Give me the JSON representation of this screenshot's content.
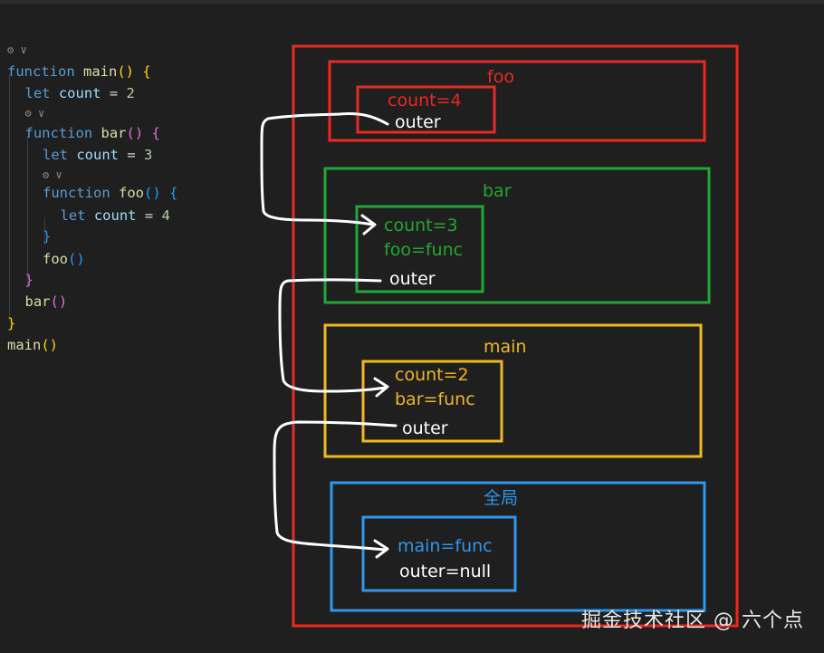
{
  "code": {
    "lens_icon": "codelens-gear-icon",
    "lens_chevron": "chevron-down-icon",
    "lines": [
      {
        "indent": 0,
        "tokens": [
          {
            "t": "function",
            "c": "kw"
          },
          {
            "t": " "
          },
          {
            "t": "main",
            "c": "fn"
          },
          {
            "t": "()",
            "c": "b1"
          },
          {
            "t": " "
          },
          {
            "t": "{",
            "c": "b1"
          }
        ]
      },
      {
        "indent": 1,
        "tokens": [
          {
            "t": "let",
            "c": "kw"
          },
          {
            "t": " "
          },
          {
            "t": "count",
            "c": "var"
          },
          {
            "t": " = ",
            "c": "op"
          },
          {
            "t": "2",
            "c": "num"
          }
        ]
      },
      {
        "indent": 1,
        "tokens": [
          {
            "t": "function",
            "c": "kw"
          },
          {
            "t": " "
          },
          {
            "t": "bar",
            "c": "fn"
          },
          {
            "t": "()",
            "c": "b2"
          },
          {
            "t": " "
          },
          {
            "t": "{",
            "c": "b2"
          }
        ]
      },
      {
        "indent": 2,
        "tokens": [
          {
            "t": "let",
            "c": "kw"
          },
          {
            "t": " "
          },
          {
            "t": "count",
            "c": "var"
          },
          {
            "t": " = ",
            "c": "op"
          },
          {
            "t": "3",
            "c": "num"
          }
        ]
      },
      {
        "indent": 2,
        "tokens": [
          {
            "t": "function",
            "c": "kw"
          },
          {
            "t": " "
          },
          {
            "t": "foo",
            "c": "fn"
          },
          {
            "t": "()",
            "c": "b3"
          },
          {
            "t": " "
          },
          {
            "t": "{",
            "c": "b3"
          }
        ]
      },
      {
        "indent": 3,
        "tokens": [
          {
            "t": "let",
            "c": "kw"
          },
          {
            "t": " "
          },
          {
            "t": "count",
            "c": "var"
          },
          {
            "t": " = ",
            "c": "op"
          },
          {
            "t": "4",
            "c": "num"
          }
        ]
      },
      {
        "indent": 2,
        "tokens": [
          {
            "t": "}",
            "c": "b3"
          }
        ]
      },
      {
        "indent": 2,
        "tokens": [
          {
            "t": "foo",
            "c": "fn"
          },
          {
            "t": "()",
            "c": "b3"
          }
        ]
      },
      {
        "indent": 1,
        "tokens": [
          {
            "t": "}",
            "c": "b2"
          }
        ]
      },
      {
        "indent": 1,
        "tokens": [
          {
            "t": "bar",
            "c": "fn"
          },
          {
            "t": "()",
            "c": "b2"
          }
        ]
      },
      {
        "indent": 0,
        "tokens": [
          {
            "t": "}",
            "c": "b1"
          }
        ]
      },
      {
        "indent": 0,
        "tokens": [
          {
            "t": "main",
            "c": "fn"
          },
          {
            "t": "()",
            "c": "b1"
          }
        ]
      }
    ]
  },
  "colors": {
    "outer": "#e82a22",
    "foo": "#e82a22",
    "bar": "#20a832",
    "main": "#f1b723",
    "global": "#2e97ee",
    "arrow": "#ffffff"
  },
  "scopes": {
    "foo": {
      "title": "foo",
      "vars": [
        "count=4"
      ],
      "outer": "outer"
    },
    "bar": {
      "title": "bar",
      "vars": [
        "count=3",
        "foo=func"
      ],
      "outer": "outer"
    },
    "main": {
      "title": "main",
      "vars": [
        "count=2",
        "bar=func"
      ],
      "outer": "outer"
    },
    "global": {
      "title": "全局",
      "vars": [
        "main=func"
      ],
      "outer": "outer=null"
    }
  },
  "watermark": "掘金技术社区 @ 六个点"
}
